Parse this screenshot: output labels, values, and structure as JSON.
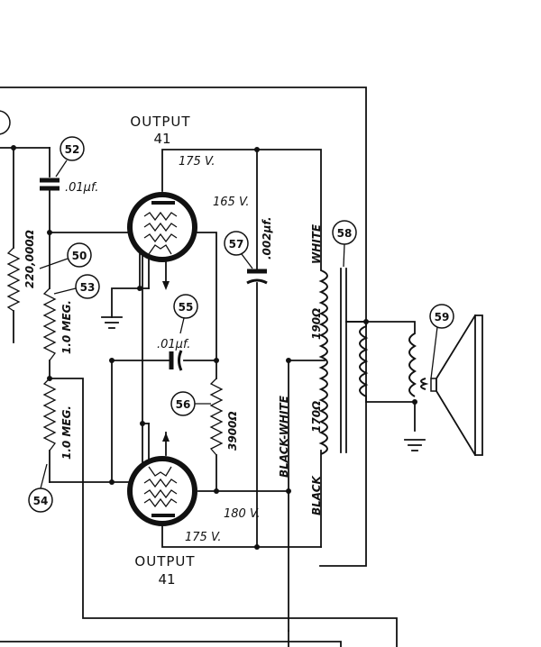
{
  "tubes": {
    "upper": {
      "label": "OUTPUT",
      "type": "41"
    },
    "lower": {
      "label": "OUTPUT",
      "type": "41"
    }
  },
  "voltages": {
    "upper_plate": "175 V.",
    "upper_screen": "165 V.",
    "lower_cathode": "180 V.",
    "lower_plate": "175 V."
  },
  "components": {
    "c52": ".01μf.",
    "c55": ".01μf.",
    "c57": ".002μf.",
    "r50": "220,000Ω",
    "r53": "1.0 MEG.",
    "r54": "1.0 MEG.",
    "r56": "3900Ω"
  },
  "transformer": {
    "white": "WHITE",
    "black_white": "BLACK-WHITE",
    "black": "BLACK",
    "upper_winding": "190Ω",
    "lower_winding": "170Ω"
  },
  "callouts": [
    "50",
    "52",
    "53",
    "54",
    "55",
    "56",
    "57",
    "58",
    "59"
  ]
}
